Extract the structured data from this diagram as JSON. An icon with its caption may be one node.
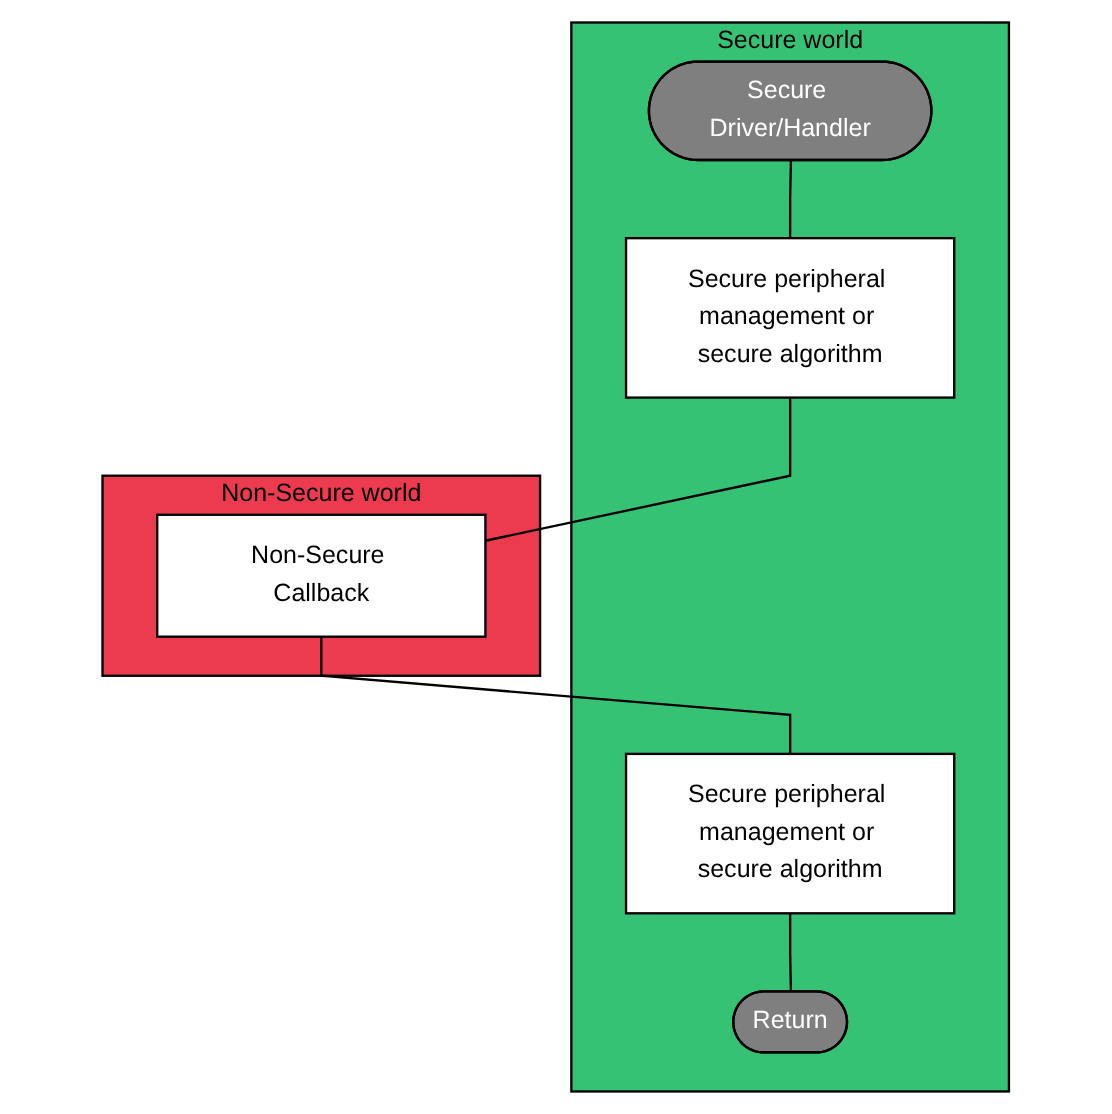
{
  "diagram": {
    "nodes": [
      {
        "text": [
          "Secure world"
        ]
      },
      {
        "text": [
          "Non-Secure world"
        ]
      },
      {
        "text": [
          "Secure Driver/Handler"
        ],
        "in": 0
      },
      {
        "text": [
          "Secure peripheral management or secure algorithm"
        ],
        "in": 0
      },
      {
        "text": [
          "Non-Secure Callback"
        ],
        "in": 1
      },
      {
        "text": [
          "Secure peripheral management or secure algorithm"
        ],
        "in": 0
      },
      {
        "text": [
          "Return"
        ],
        "in": 0
      }
    ],
    "edges": [
      {
        "from": 2,
        "to": 3,
        "arrow": "none"
      },
      {
        "from": 3,
        "to": 4,
        "arrow": "none"
      },
      {
        "from": 4,
        "to": 5,
        "arrow": "none"
      },
      {
        "from": 5,
        "to": 6,
        "arrow": "none"
      }
    ]
  }
}
